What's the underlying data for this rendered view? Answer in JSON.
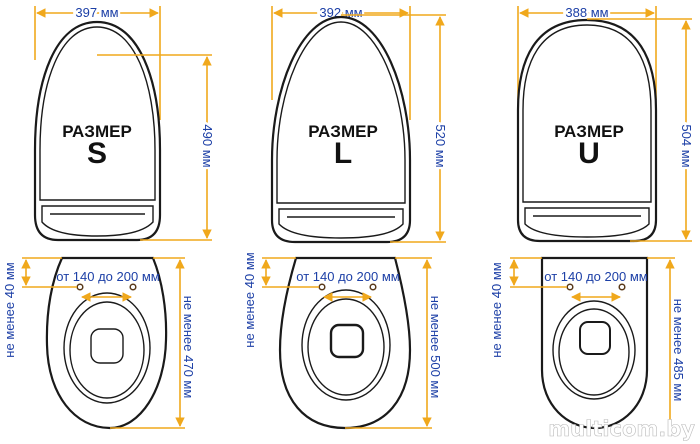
{
  "accent_color": "#f0a81c",
  "text_color": "#1c3fa6",
  "size_label": "РАЗМЕР",
  "models": [
    {
      "size": "S",
      "width": "397 мм",
      "length": "490 мм",
      "bolt_spacing": "от 140 до 200 мм",
      "bolt_offset": "не менее 40 мм",
      "bowl_length": "не менее 470 мм"
    },
    {
      "size": "L",
      "width": "392 мм",
      "length": "520 мм",
      "bolt_spacing": "от 140 до 200 мм",
      "bolt_offset": "не менее 40 мм",
      "bowl_length": "не менее  500 мм"
    },
    {
      "size": "U",
      "width": "388 мм",
      "length": "504 мм",
      "bolt_spacing": "от 140 до 200 мм",
      "bolt_offset": "не менее 40 мм",
      "bowl_length": "не менее  485 мм"
    }
  ],
  "watermark": "multicom.by"
}
